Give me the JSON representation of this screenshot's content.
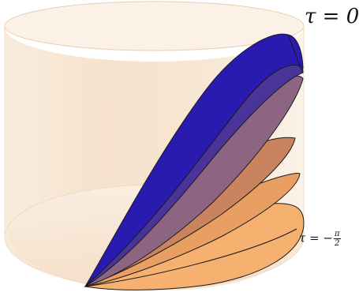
{
  "labels": {
    "top": "τ = 0",
    "bottom_prefix": "τ = −",
    "bottom_frac_num": "π",
    "bottom_frac_den": "2"
  },
  "colors": {
    "cylinder_fill": "#f7e3cc",
    "cylinder_edge": "#e4c9ab",
    "top_surface": "#2a1aa8",
    "bottom_surface": "#f3a55f",
    "surface_edge": "#1a1a1a"
  },
  "surfaces": [
    {
      "name": "surface-1",
      "fill": "#f6b070"
    },
    {
      "name": "surface-2",
      "fill": "#e99f62"
    },
    {
      "name": "surface-3",
      "fill": "#c9845f"
    },
    {
      "name": "surface-4",
      "fill": "#8e6483"
    },
    {
      "name": "surface-5",
      "fill": "#4a3499"
    },
    {
      "name": "surface-6",
      "fill": "#2a1bb0"
    }
  ]
}
